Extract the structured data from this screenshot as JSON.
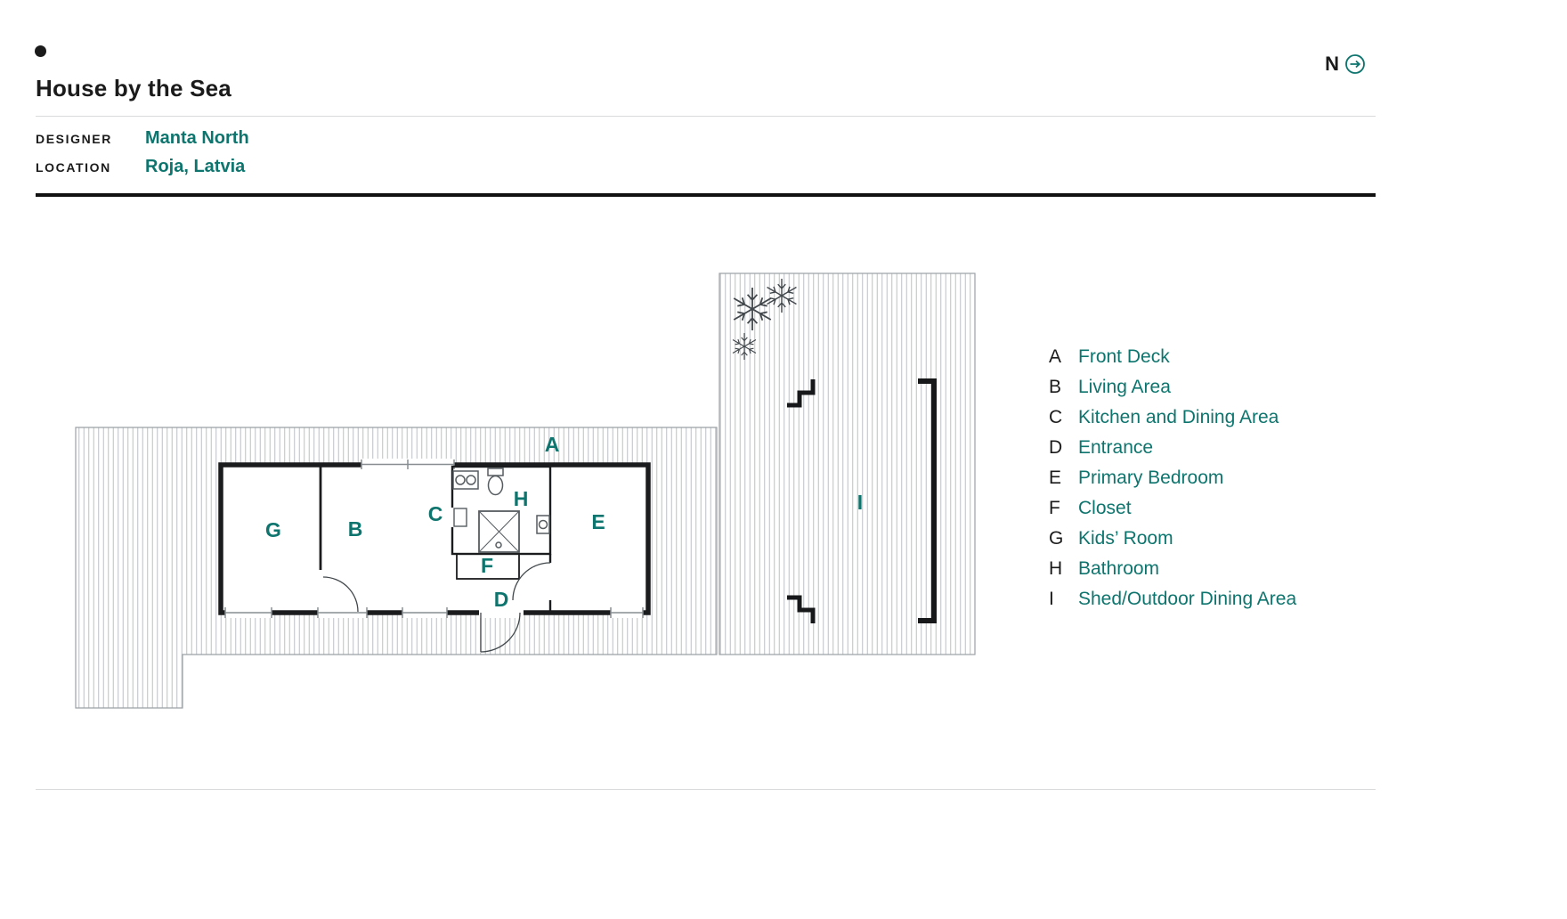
{
  "header": {
    "title": "House by the Sea",
    "meta": [
      {
        "label": "DESIGNER",
        "value": "Manta North"
      },
      {
        "label": "LOCATION",
        "value": "Roja, Latvia"
      }
    ],
    "north_label": "N"
  },
  "colors": {
    "accent": "#0E756E",
    "ink": "#1b1b1b",
    "wall": "#1b1c1e",
    "hatch": "#bcc0c2"
  },
  "plan": {
    "labels": [
      {
        "letter": "A"
      },
      {
        "letter": "B"
      },
      {
        "letter": "C"
      },
      {
        "letter": "D"
      },
      {
        "letter": "E"
      },
      {
        "letter": "F"
      },
      {
        "letter": "G"
      },
      {
        "letter": "H"
      },
      {
        "letter": "I"
      }
    ]
  },
  "legend": {
    "items": [
      {
        "letter": "A",
        "label": "Front Deck"
      },
      {
        "letter": "B",
        "label": "Living Area"
      },
      {
        "letter": "C",
        "label": "Kitchen and Dining Area"
      },
      {
        "letter": "D",
        "label": "Entrance"
      },
      {
        "letter": "E",
        "label": "Primary Bedroom"
      },
      {
        "letter": "F",
        "label": "Closet"
      },
      {
        "letter": "G",
        "label": "Kids’ Room"
      },
      {
        "letter": "H",
        "label": "Bathroom"
      },
      {
        "letter": "I",
        "label": "Shed/Outdoor Dining Area"
      }
    ]
  }
}
